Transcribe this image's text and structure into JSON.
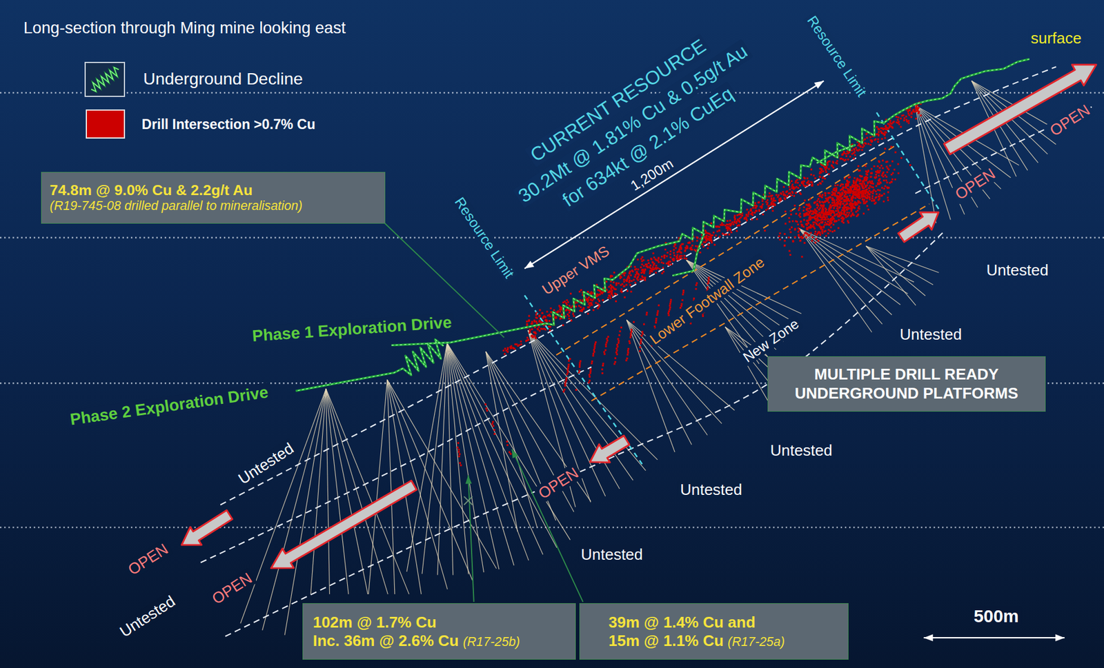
{
  "diagram": {
    "title": "Long-section through Ming mine looking east",
    "nodes": [
      {
        "text": [
          "74.8m @ 9.0% Cu & 2.2g/t Au",
          "(R19-745-08 drilled parallel to mineralisation)"
        ]
      },
      {
        "text": [
          "MULTIPLE DRILL READY UNDERGROUND PLATFORMS"
        ]
      },
      {
        "text": [
          "102m @ 1.7% Cu",
          "Inc. 36m @ 2.6% Cu",
          "(R17-25b)"
        ]
      },
      {
        "text": [
          "39m @ 1.4% Cu and",
          "15m @ 1.1% Cu",
          "(R17-25a)"
        ]
      }
    ],
    "labels": [
      "surface",
      "CURRENT RESOURCE",
      "30.2Mt @ 1.81% Cu & 0.5g/t Au",
      "for 634kt @ 2.1% CuEq",
      "1,200m",
      "Resource Limit",
      "Resource Limit",
      "Upper VMS",
      "Lower Footwall Zone",
      "New Zone",
      "Phase 1 Exploration Drive",
      "Phase 2 Exploration Drive",
      "OPEN",
      "OPEN",
      "OPEN",
      "OPEN",
      "OPEN",
      "Untested",
      "Untested",
      "Untested",
      "Untested",
      "Untested",
      "Untested",
      "Untested",
      "500m"
    ],
    "legend": [
      {
        "text": "Underground Decline"
      },
      {
        "text": "Drill Intersection >0.7% Cu",
        "color": "#cc0000"
      }
    ]
  }
}
